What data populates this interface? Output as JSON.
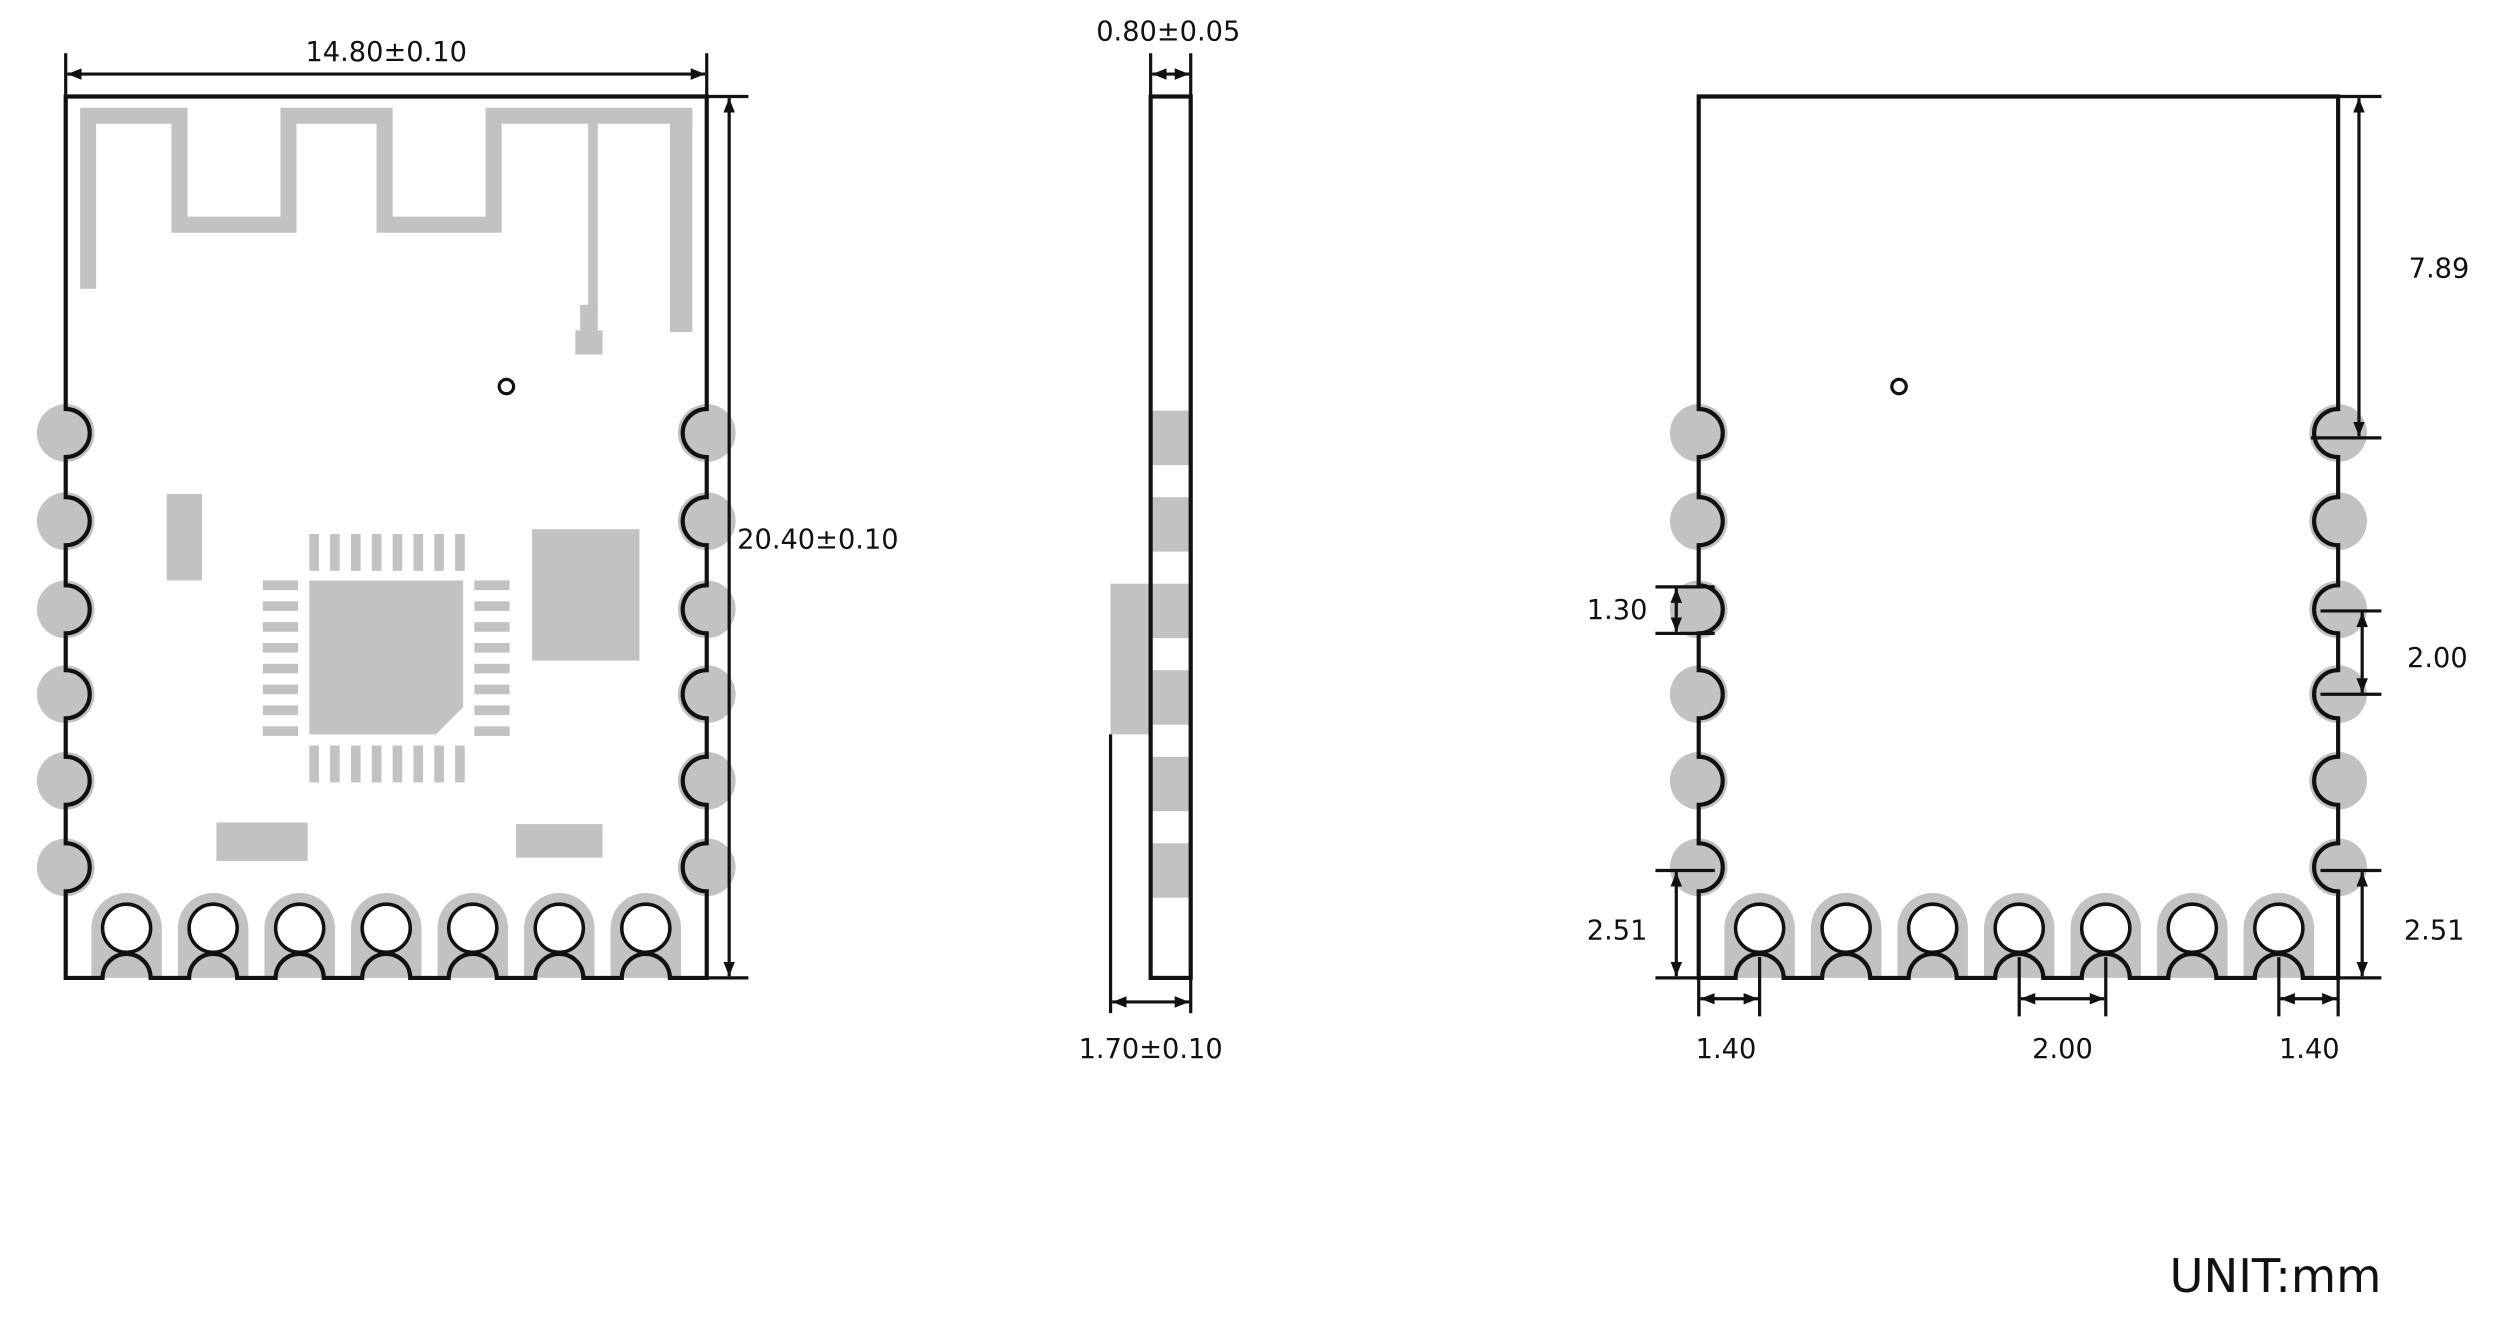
{
  "front_view": {
    "width_label": "14.80±0.10",
    "height_label": "20.40±0.10"
  },
  "side_view": {
    "thickness_label": "0.80±0.05",
    "total_thickness_label": "1.70±0.10"
  },
  "footprint_view": {
    "top_to_first_pad_label": "7.89",
    "pad_width_label": "1.30",
    "side_pitch_label": "2.00",
    "left_bottom_offset_label": "2.51",
    "right_bottom_offset_label": "2.51",
    "left_edge_offset_label": "1.40",
    "bottom_pitch_label": "2.00",
    "right_edge_offset_label": "1.40"
  },
  "unit_label": "UNIT:mm",
  "colors": {
    "outline": "#111111",
    "copper": "#c2c2c2"
  }
}
